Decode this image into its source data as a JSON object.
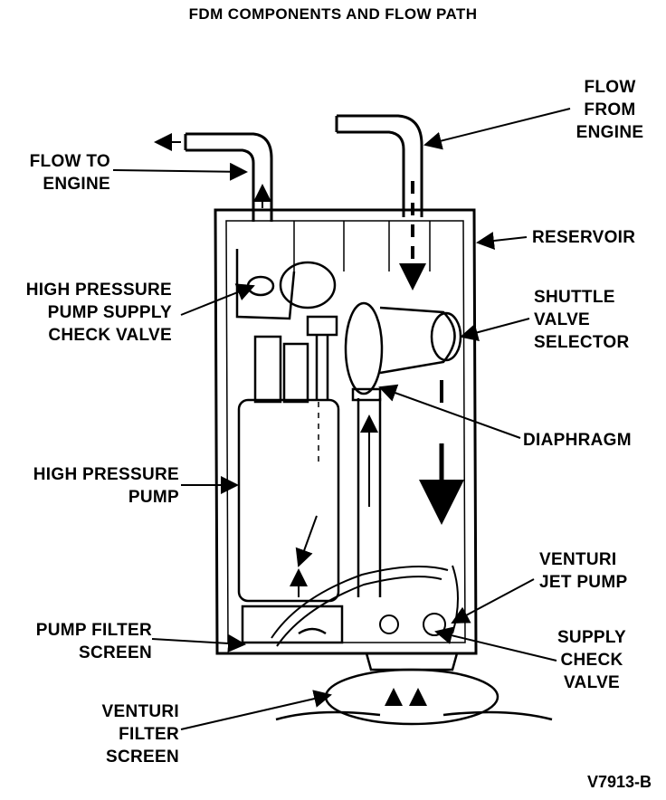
{
  "title": "FDM COMPONENTS AND FLOW PATH",
  "figure_code": "V7913-B",
  "labels": {
    "flow_to_engine": [
      "FLOW TO",
      "ENGINE"
    ],
    "flow_from_engine": [
      "FLOW",
      "FROM",
      "ENGINE"
    ],
    "reservoir": [
      "RESERVOIR"
    ],
    "hp_supply_check_valve": [
      "HIGH PRESSURE",
      "PUMP SUPPLY",
      "CHECK VALVE"
    ],
    "shuttle_valve_selector": [
      "SHUTTLE",
      "VALVE",
      "SELECTOR"
    ],
    "diaphragm": [
      "DIAPHRAGM"
    ],
    "high_pressure_pump": [
      "HIGH PRESSURE",
      "PUMP"
    ],
    "venturi_jet_pump": [
      "VENTURI",
      "JET PUMP"
    ],
    "pump_filter_screen": [
      "PUMP FILTER",
      "SCREEN"
    ],
    "supply_check_valve": [
      "SUPPLY",
      "CHECK",
      "VALVE"
    ],
    "venturi_filter_screen": [
      "VENTURI",
      "FILTER",
      "SCREEN"
    ]
  }
}
